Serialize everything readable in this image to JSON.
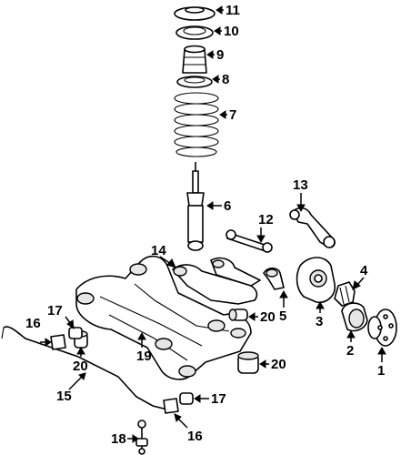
{
  "diagram": {
    "callouts": [
      {
        "id": "callout-11",
        "label": "11"
      },
      {
        "id": "callout-10",
        "label": "10"
      },
      {
        "id": "callout-9",
        "label": "9"
      },
      {
        "id": "callout-8",
        "label": "8"
      },
      {
        "id": "callout-7",
        "label": "7"
      },
      {
        "id": "callout-6",
        "label": "6"
      },
      {
        "id": "callout-13",
        "label": "13"
      },
      {
        "id": "callout-12",
        "label": "12"
      },
      {
        "id": "callout-14",
        "label": "14"
      },
      {
        "id": "callout-4",
        "label": "4"
      },
      {
        "id": "callout-5",
        "label": "5"
      },
      {
        "id": "callout-3",
        "label": "3"
      },
      {
        "id": "callout-20a",
        "label": "20"
      },
      {
        "id": "callout-17a",
        "label": "17"
      },
      {
        "id": "callout-16a",
        "label": "16"
      },
      {
        "id": "callout-19",
        "label": "19"
      },
      {
        "id": "callout-2",
        "label": "2"
      },
      {
        "id": "callout-20b",
        "label": "20"
      },
      {
        "id": "callout-20c",
        "label": "20"
      },
      {
        "id": "callout-1",
        "label": "1"
      },
      {
        "id": "callout-15",
        "label": "15"
      },
      {
        "id": "callout-17b",
        "label": "17"
      },
      {
        "id": "callout-16b",
        "label": "16"
      },
      {
        "id": "callout-18",
        "label": "18"
      }
    ]
  }
}
